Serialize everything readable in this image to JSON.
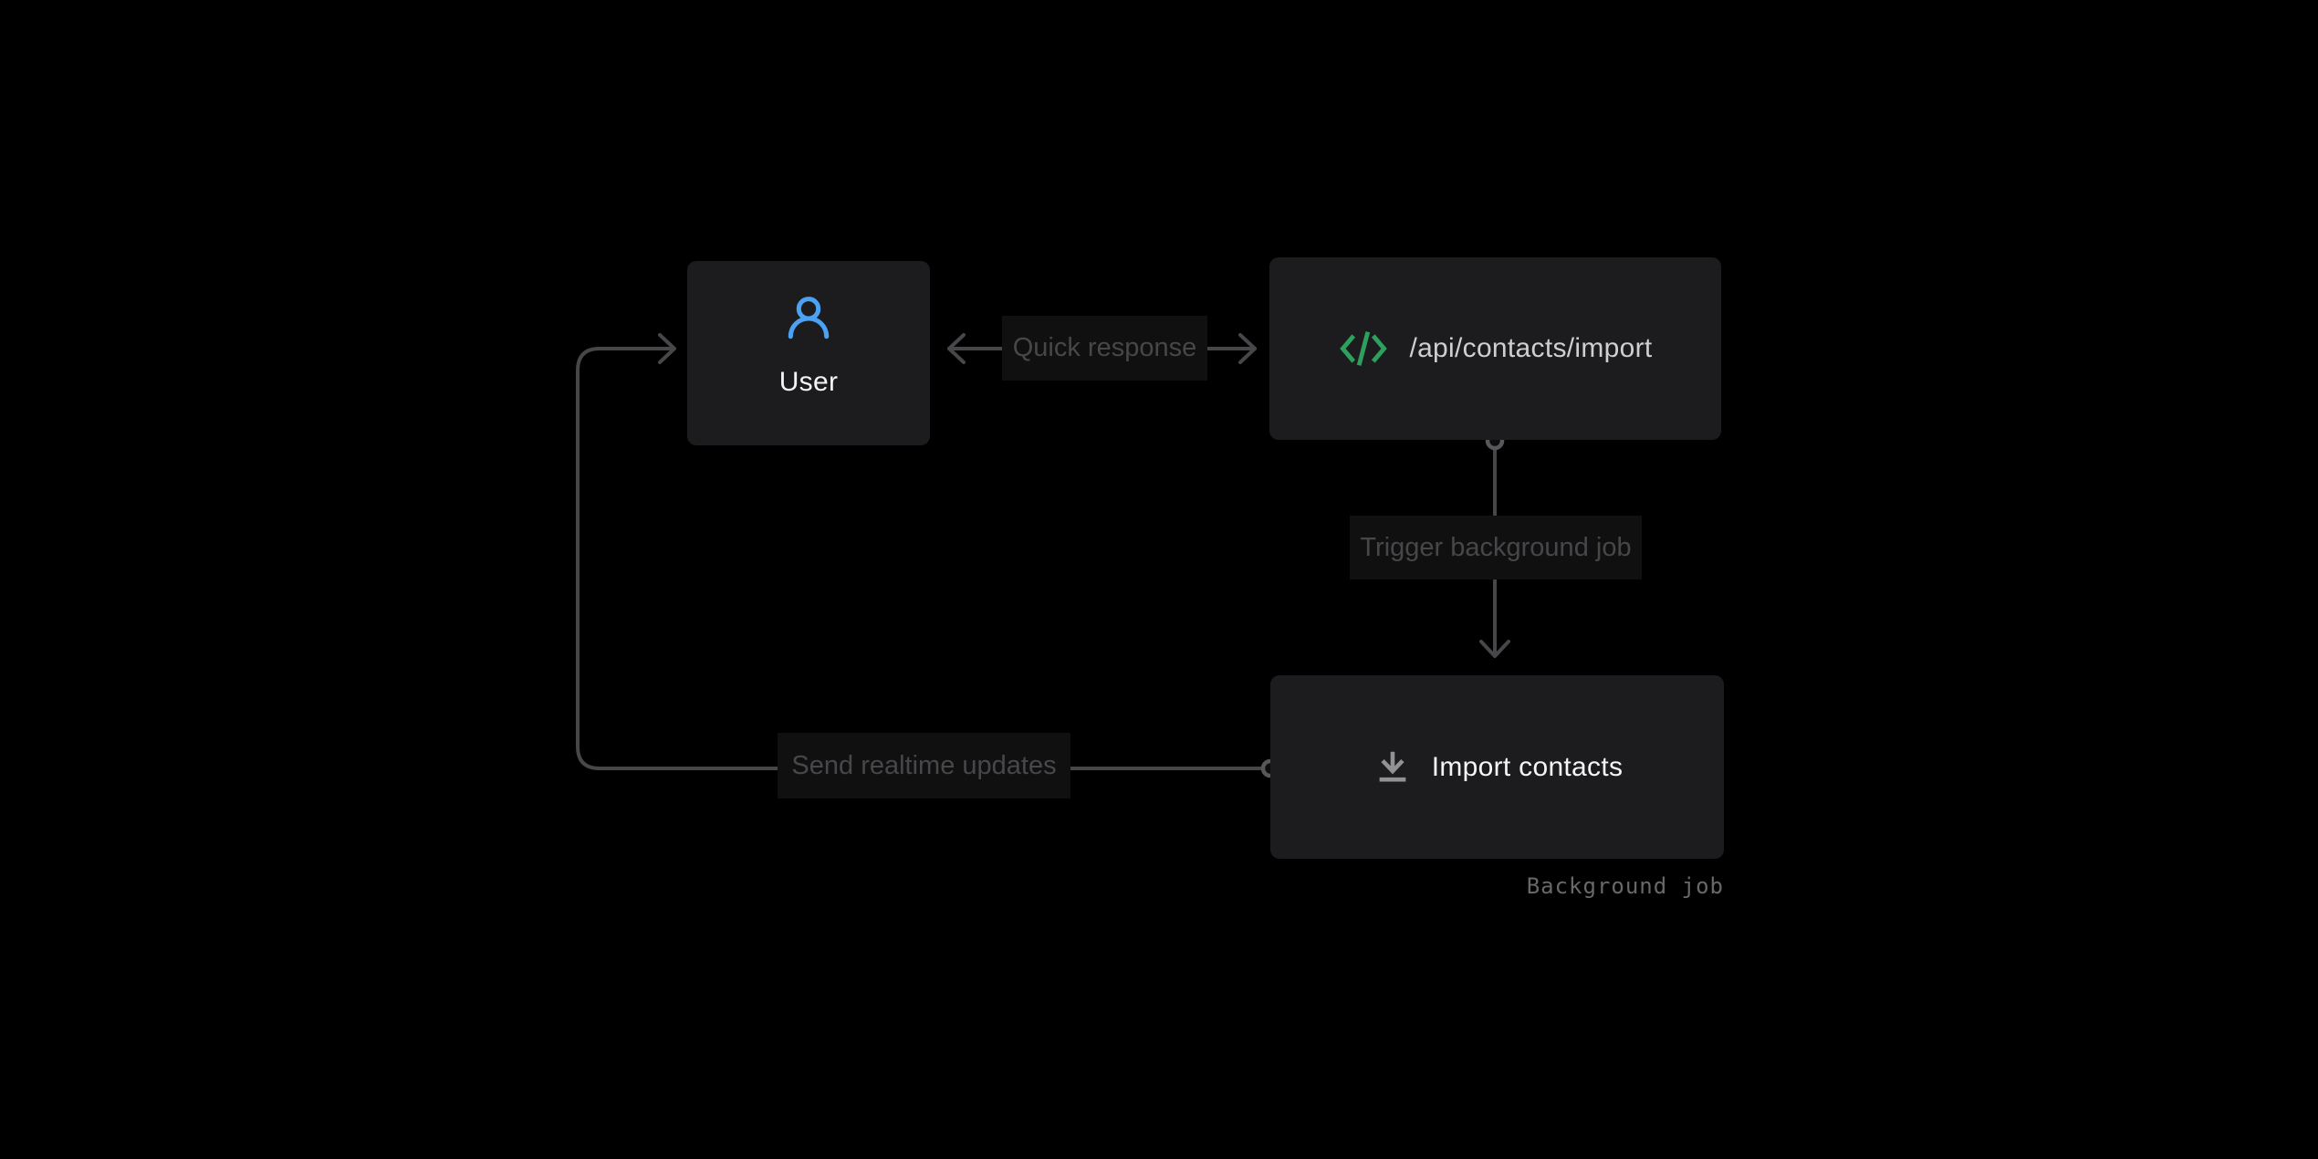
{
  "diagram": {
    "background": "#000000",
    "nodes": {
      "user": {
        "label": "User",
        "icon": "user-icon",
        "icon_color": "#4BA2F2"
      },
      "api_endpoint": {
        "label": "/api/contacts/import",
        "icon": "code-icon",
        "icon_color": "#2EA05E"
      },
      "import_job": {
        "label": "Import contacts",
        "icon": "download-icon",
        "icon_color": "#929294",
        "caption": "Background job"
      }
    },
    "edges": {
      "quick_response": {
        "label": "Quick response",
        "from": "api_endpoint",
        "to": "user",
        "style": "double-headed-arrow"
      },
      "trigger_job": {
        "label": "Trigger background job",
        "from": "api_endpoint",
        "to": "import_job",
        "style": "arrow-down-with-dot-origin"
      },
      "realtime_updates": {
        "label": "Send realtime updates",
        "from": "import_job",
        "to": "user",
        "style": "elbow-arrow-with-dot-origin"
      }
    },
    "colors": {
      "node_bg": "#1C1C1E",
      "label_bg": "#101011",
      "line": "#47474A",
      "connector_ring": "#58585A",
      "node_text": "#F5F5F5",
      "api_text": "#CFCFD1",
      "label_text": "#47474A",
      "caption_text": "#68686A",
      "user_icon": "#4BA2F2",
      "code_icon": "#2EA05E",
      "download_icon": "#929294"
    }
  }
}
